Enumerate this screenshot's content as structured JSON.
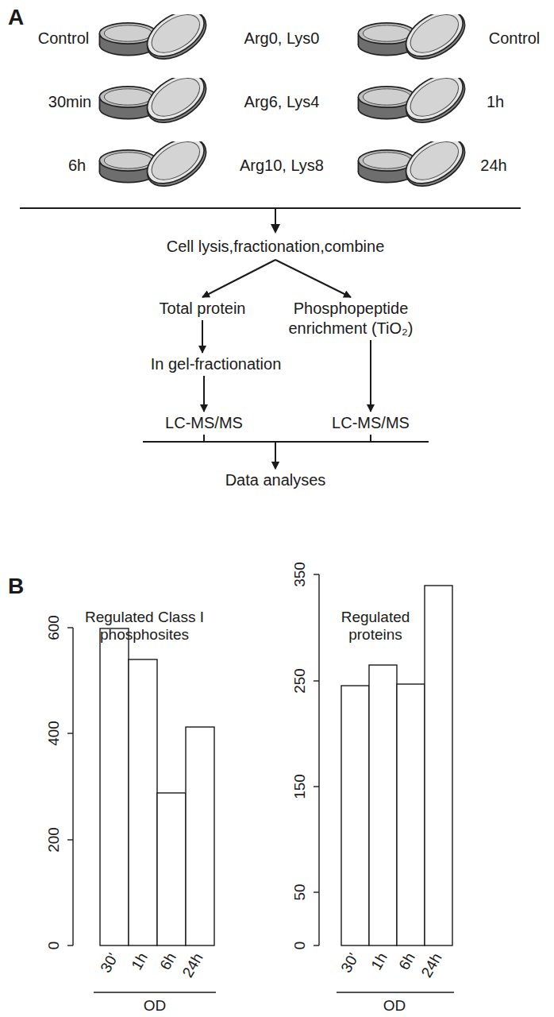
{
  "diagram": {
    "nodes": [
      {
        "text": [
          "Cell lysis,fractionation,combine"
        ]
      },
      {
        "text": [
          "Total protein"
        ]
      },
      {
        "text": [
          "Phosphopeptide enrichment (TiO₂)"
        ]
      },
      {
        "text": [
          "In gel-fractionation"
        ]
      },
      {
        "text": [
          "LC-MS/MS"
        ]
      },
      {
        "text": [
          "LC-MS/MS"
        ]
      },
      {
        "text": [
          "Data analyses"
        ]
      }
    ],
    "edges": [
      {
        "from": 0,
        "to": 1,
        "arrow": "to"
      },
      {
        "from": 0,
        "to": 2,
        "arrow": "to"
      },
      {
        "from": 1,
        "to": 3,
        "arrow": "to"
      },
      {
        "from": 3,
        "to": 4,
        "arrow": "to"
      },
      {
        "from": 2,
        "to": 5,
        "arrow": "to"
      },
      {
        "from": 4,
        "to": 6,
        "arrow": "to"
      },
      {
        "from": 5,
        "to": 6,
        "arrow": "to"
      }
    ],
    "labels": [
      "A",
      "Control",
      "Arg0, Lys0",
      "Control",
      "30min",
      "Arg6, Lys4",
      "1h",
      "6h",
      "Arg10, Lys8",
      "24h",
      "B",
      "Regulated Class I phosphosites",
      "Regulated proteins",
      "600",
      "400",
      "200",
      "0",
      "350",
      "250",
      "150",
      "50",
      "0",
      "30'",
      "1h",
      "6h",
      "24h",
      "OD",
      "30'",
      "1h",
      "6h",
      "24h",
      "OD"
    ]
  }
}
